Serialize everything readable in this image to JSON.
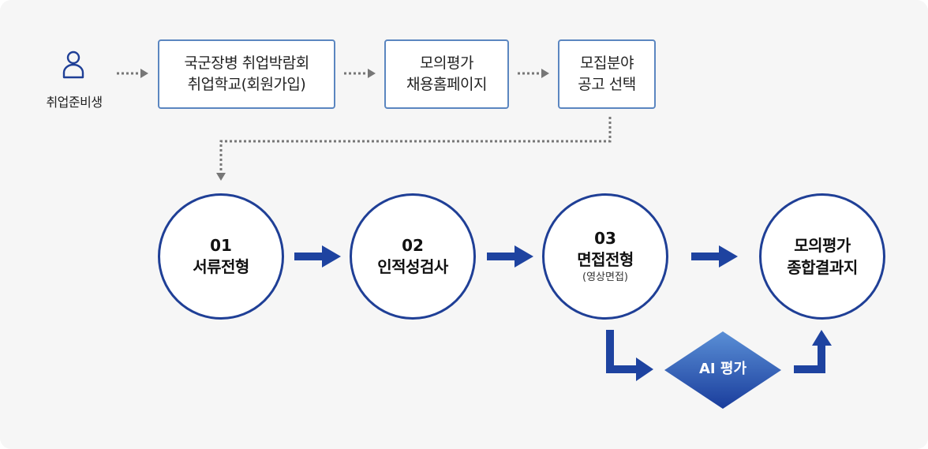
{
  "actor": {
    "icon": "person-icon",
    "label": "취업준비생"
  },
  "pre_steps": [
    {
      "line1": "국군장병 취업박람회",
      "line2": "취업학교(회원가입)"
    },
    {
      "line1": "모의평가",
      "line2": "채용홈페이지"
    },
    {
      "line1": "모집분야",
      "line2": "공고 선택"
    }
  ],
  "stages": [
    {
      "number": "01",
      "title": "서류전형",
      "subtitle": ""
    },
    {
      "number": "02",
      "title": "인적성검사",
      "subtitle": ""
    },
    {
      "number": "03",
      "title": "면접전형",
      "subtitle": "(영상면접)"
    }
  ],
  "result": {
    "line1": "모의평가",
    "line2": "종합결과지"
  },
  "ai_step": {
    "label": "AI 평가"
  },
  "colors": {
    "background": "#f6f6f6",
    "box_border": "#5b86c0",
    "circle_border": "#1f3f96",
    "arrow": "#1e43a0",
    "dotted": "#777777",
    "diamond_top": "#5a8fd6",
    "diamond_bottom": "#1a3d9c"
  }
}
